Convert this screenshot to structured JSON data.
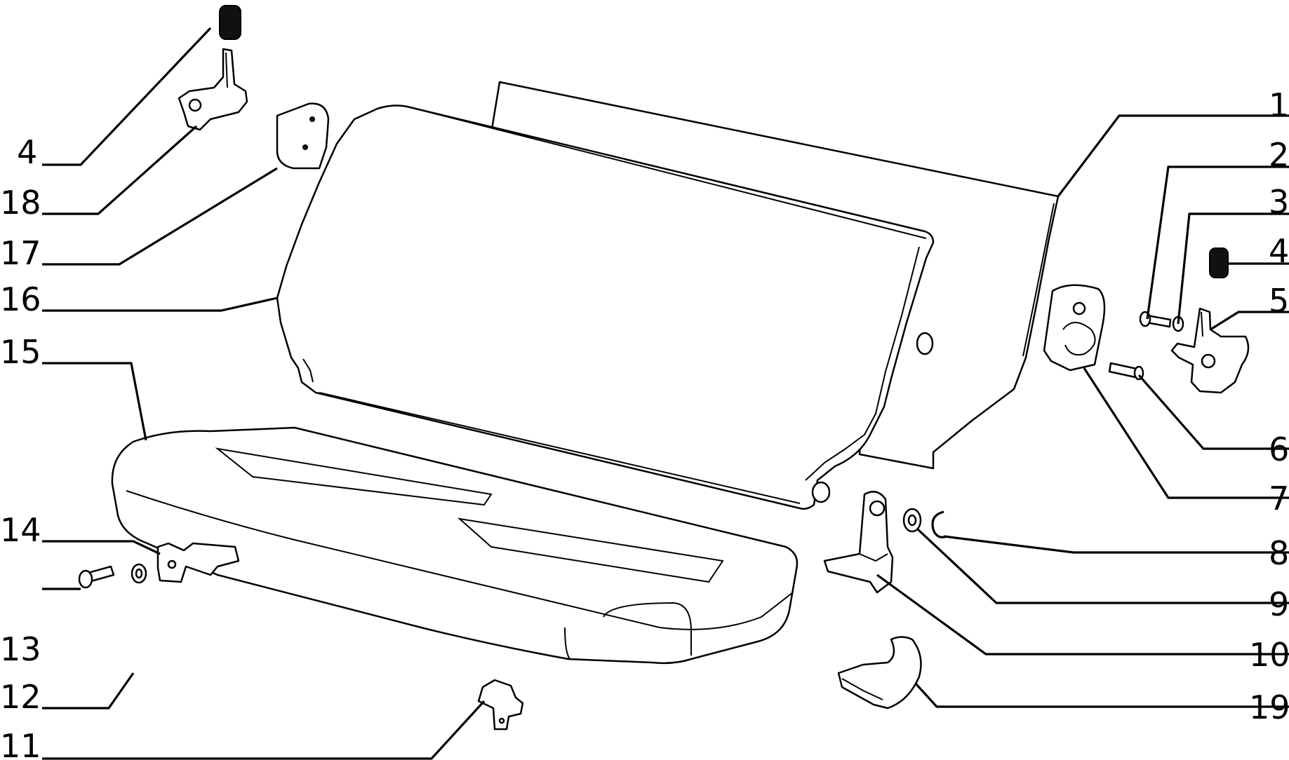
{
  "callouts": [
    {
      "id": "c1",
      "text": "1"
    },
    {
      "id": "c2",
      "text": "2"
    },
    {
      "id": "c3",
      "text": "3"
    },
    {
      "id": "c4r",
      "text": "4"
    },
    {
      "id": "c5",
      "text": "5"
    },
    {
      "id": "c6",
      "text": "6"
    },
    {
      "id": "c7",
      "text": "7"
    },
    {
      "id": "c8",
      "text": "8"
    },
    {
      "id": "c9",
      "text": "9"
    },
    {
      "id": "c10",
      "text": "10"
    },
    {
      "id": "c19",
      "text": "19"
    },
    {
      "id": "c4l",
      "text": "4"
    },
    {
      "id": "c18",
      "text": "18"
    },
    {
      "id": "c17",
      "text": "17"
    },
    {
      "id": "c16",
      "text": "16"
    },
    {
      "id": "c15",
      "text": "15"
    },
    {
      "id": "c14",
      "text": "14"
    },
    {
      "id": "c13",
      "text": "13"
    },
    {
      "id": "c12",
      "text": "12"
    },
    {
      "id": "c11",
      "text": "11"
    }
  ]
}
